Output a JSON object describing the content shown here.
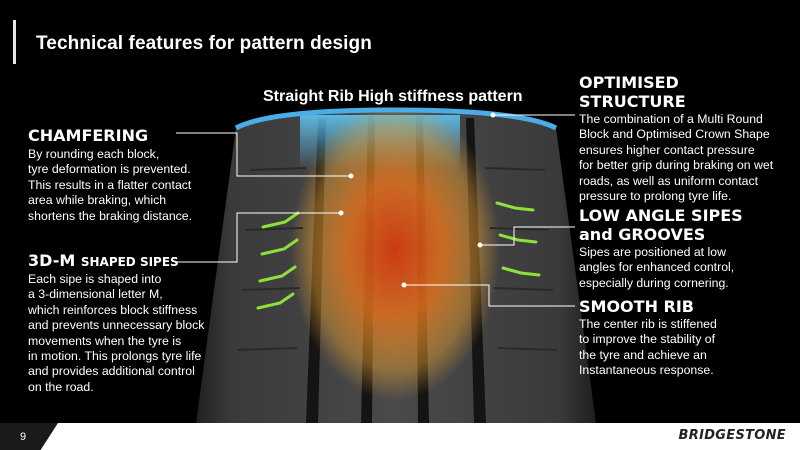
{
  "slide": {
    "title": "Technical features for pattern design",
    "page_number": "9",
    "brand": "BRIDGESTONE"
  },
  "tyre": {
    "center_label": "Straight Rib High stiffness pattern"
  },
  "features": {
    "chamfering": {
      "title": "CHAMFERING",
      "lines": [
        "By rounding each block,",
        "tyre deformation is prevented.",
        "This results in a flatter contact",
        "area while braking, which",
        "shortens the braking distance."
      ]
    },
    "sipes3d": {
      "title_main": "3D-M ",
      "title_small": "SHAPED SIPES",
      "lines": [
        "Each sipe is shaped into",
        "a 3-dimensional letter M,",
        "which reinforces block stiffness",
        "and prevents unnecessary block",
        "movements when the tyre is",
        "in motion. This prolongs tyre life",
        "and provides additional control",
        "on the road."
      ]
    },
    "optimised": {
      "title_lines": [
        "OPTIMISED",
        "STRUCTURE"
      ],
      "lines": [
        "The combination of a Multi Round",
        "Block and Optimised Crown Shape",
        "ensures higher contact pressure",
        "for better grip during braking on wet",
        "roads, as well as uniform contact",
        "pressure to prolong tyre life."
      ]
    },
    "low_angle": {
      "title_lines": [
        "LOW ANGLE SIPES",
        "and GROOVES"
      ],
      "lines": [
        "Sipes are positioned at low",
        "angles for enhanced control,",
        "especially during cornering."
      ]
    },
    "smooth_rib": {
      "title": "SMOOTH RIB",
      "lines": [
        "The center rib is stiffened",
        "to improve the stability of",
        "the tyre and achieve an",
        "Instantaneous response."
      ]
    }
  }
}
